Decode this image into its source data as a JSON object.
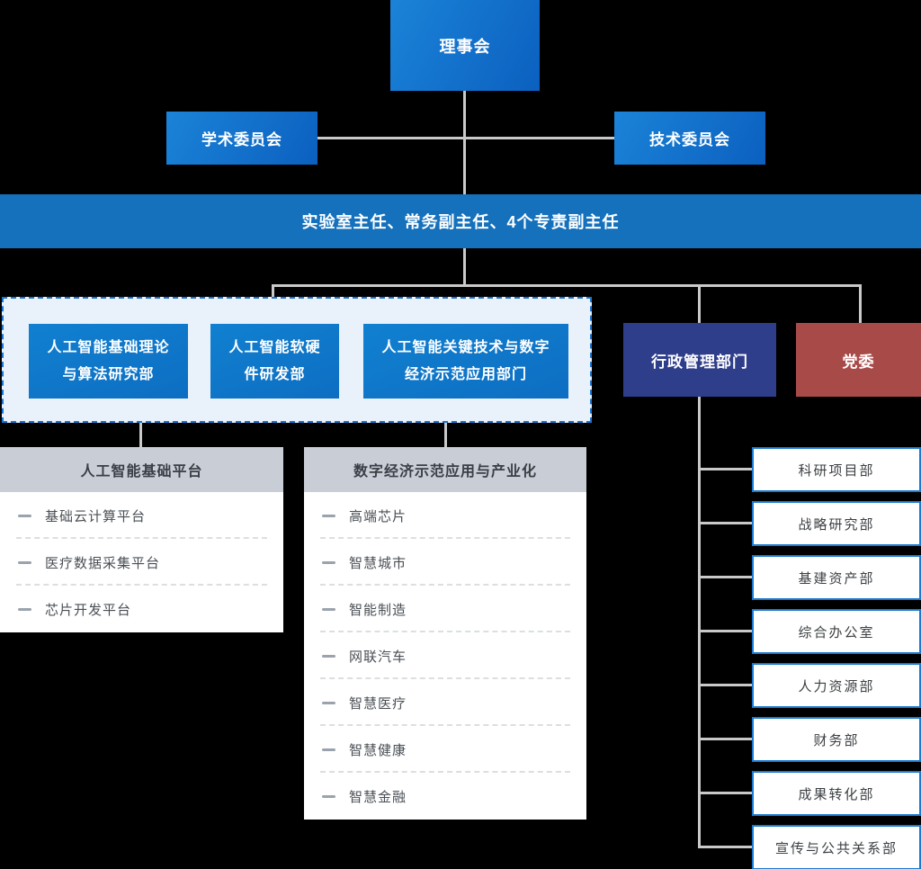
{
  "nodes": {
    "board": "理事会",
    "academic_committee": "学术委员会",
    "technical_committee": "技术委员会",
    "leadership_bar": "实验室主任、常务副主任、4个专责副主任",
    "admin_dept": "行政管理部门",
    "party_committee": "党委"
  },
  "research_divisions": [
    {
      "line1": "人工智能基础理论",
      "line2": "与算法研究部"
    },
    {
      "line1": "人工智能软硬",
      "line2": "件研发部"
    },
    {
      "line1": "人工智能关键技术与数字",
      "line2": "经济示范应用部门"
    }
  ],
  "panels": [
    {
      "title": "人工智能基础平台",
      "items": [
        "基础云计算平台",
        "医疗数据采集平台",
        "芯片开发平台"
      ]
    },
    {
      "title": "数字经济示范应用与产业化",
      "items": [
        "高端芯片",
        "智慧城市",
        "智能制造",
        "网联汽车",
        "智慧医疗",
        "智慧健康",
        "智慧金融"
      ]
    }
  ],
  "admin_departments": [
    "科研项目部",
    "战略研究部",
    "基建资产部",
    "综合办公室",
    "人力资源部",
    "财务部",
    "成果转化部",
    "宣传与公共关系部"
  ],
  "colors": {
    "primary_blue": "#1173c4",
    "bar_blue": "#1571bc",
    "navy": "#2f3e8a",
    "red": "#a84a48",
    "dashed_border_blue": "#1b74d1",
    "group_bg": "#e9f2fb",
    "panel_header_bg": "#c9cdd6",
    "dept_border_blue": "#1a7ad0",
    "connector_gray": "#c9c9c9"
  }
}
